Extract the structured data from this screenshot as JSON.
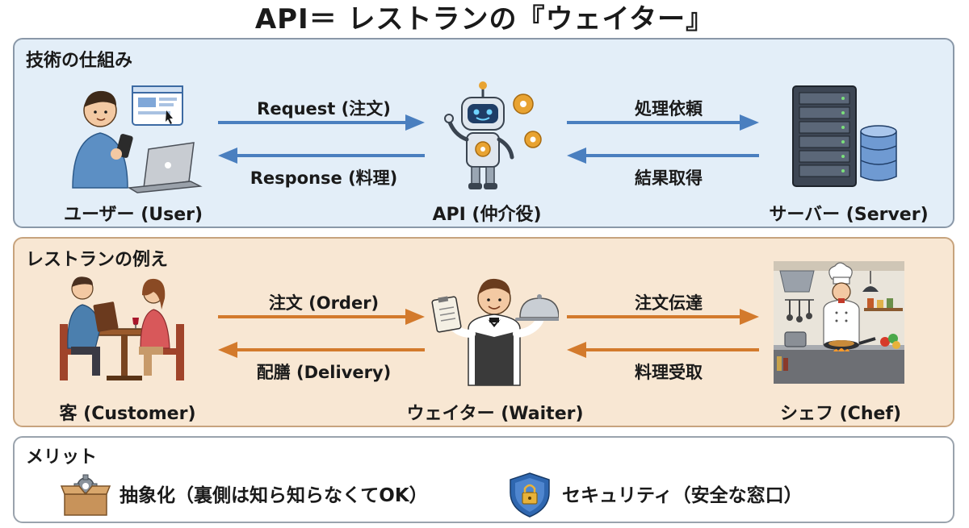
{
  "title": "API＝ レストランの『ウェイター』",
  "tech_section": {
    "heading": "技術の仕組み",
    "actors": {
      "user": "ユーザー (User)",
      "api": "API (仲介役)",
      "server": "サーバー (Server)"
    },
    "arrows": {
      "request": "Request (注文)",
      "response": "Response (料理)",
      "process_request": "処理依頼",
      "get_result": "結果取得"
    }
  },
  "restaurant_section": {
    "heading": "レストランの例え",
    "actors": {
      "customer": "客 (Customer)",
      "waiter": "ウェイター (Waiter)",
      "chef": "シェフ (Chef)"
    },
    "arrows": {
      "order": "注文 (Order)",
      "delivery": "配膳 (Delivery)",
      "pass_order": "注文伝達",
      "receive_food": "料理受取"
    }
  },
  "merit_section": {
    "heading": "メリット",
    "items": [
      {
        "icon": "box-gear-icon",
        "label": "抽象化（裏側は知ら知らなくてOK）"
      },
      {
        "icon": "shield-lock-icon",
        "label": "セキュリティ（安全な窓口）"
      }
    ]
  },
  "colors": {
    "tech_bg": "#e3eef8",
    "tech_arrow": "#4a7fbf",
    "restaurant_bg": "#f8e7d3",
    "restaurant_arrow": "#d37a2c"
  }
}
